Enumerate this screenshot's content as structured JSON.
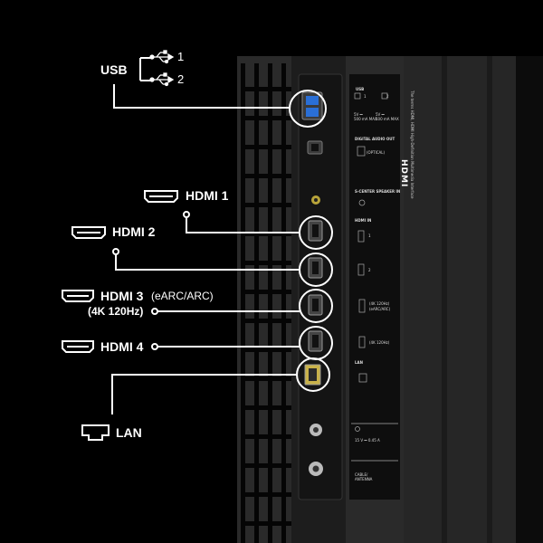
{
  "usb": {
    "label": "USB",
    "port1": "1",
    "port2": "2"
  },
  "hdmi1": {
    "label": "HDMI 1"
  },
  "hdmi2": {
    "label": "HDMI 2"
  },
  "hdmi3": {
    "label": "HDMI 3",
    "sub": "(eARC/ARC)",
    "sub2": "(4K 120Hz)"
  },
  "hdmi4": {
    "label": "HDMI 4"
  },
  "lan": {
    "label": "LAN"
  },
  "panel": {
    "usb_title": "USB",
    "usb_1": "1",
    "usb_2": "2",
    "usb_spec1": "5V ⎓",
    "usb_spec1b": "500 mA MAX",
    "usb_spec2": "5V ⎓",
    "usb_spec2b": "500 mA MAX",
    "optical_title": "DIGITAL AUDIO OUT",
    "optical_label": "(OPTICAL)",
    "center_title": "S-CENTER SPEAKER IN",
    "hdmi_in_title": "HDMI IN",
    "hdmi_in_1": "1",
    "hdmi_in_2": "2",
    "hdmi_in_3a": "(4K 120Hz)",
    "hdmi_in_3b": "(eARC/ARC)",
    "hdmi_in_4": "(4K 120Hz)",
    "lan_title": "LAN",
    "power_spec": "15 V ⎓ 0.45 A",
    "cable_label": "CABLE/",
    "antenna_label": "ANTENNA",
    "hdmi_logo": "HDMI",
    "trademark_text": "The terms HDMI, HDMI High-Definition Multimedia Interface"
  },
  "colors": {
    "background": "#000000",
    "panel": "#2b2b2b",
    "panel_dark": "#141414",
    "line": "#ffffff",
    "usb_blue": "#2a6fd6"
  }
}
